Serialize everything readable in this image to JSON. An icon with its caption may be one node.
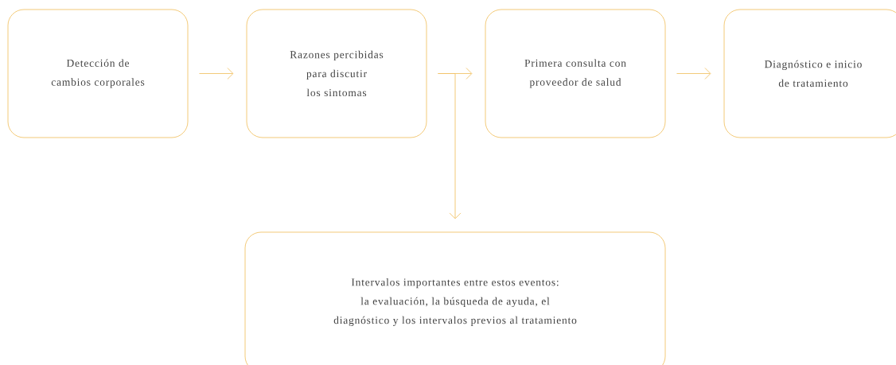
{
  "diagram": {
    "nodes": [
      {
        "text": [
          "Detección de cambios corporales"
        ]
      },
      {
        "text": [
          "Razones percibidas para discutir los sintomas"
        ]
      },
      {
        "text": [
          "Primera consulta con proveedor de salud"
        ]
      },
      {
        "text": [
          "Diagnóstico e inicio de tratamiento"
        ]
      },
      {
        "text": [
          "Intervalos importantes entre estos eventos: la evaluación, la búsqueda de ayuda, el diagnóstico y los intervalos previos al tratamiento"
        ]
      }
    ],
    "edges": [
      {
        "from": 0,
        "to": 1,
        "arrow": "to"
      },
      {
        "from": 1,
        "to": 2,
        "arrow": "to"
      },
      {
        "from": 2,
        "to": 3,
        "arrow": "to"
      },
      {
        "from": 1,
        "to": 4,
        "arrow": "to"
      }
    ]
  }
}
